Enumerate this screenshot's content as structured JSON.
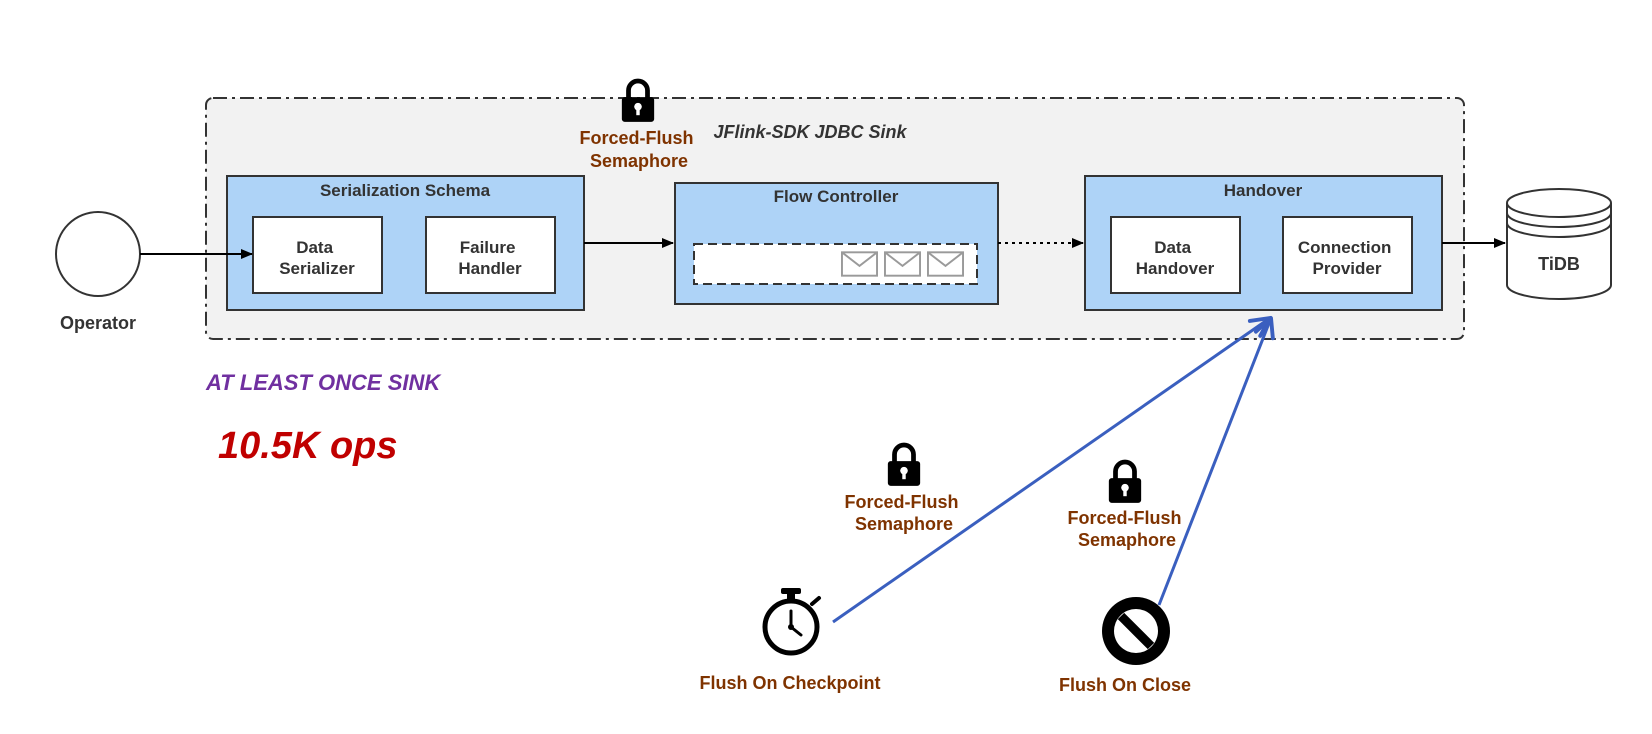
{
  "sink": {
    "title": "JFlink-SDK JDBC Sink",
    "mode": "AT LEAST ONCE SINK",
    "throughput": "10.5K ops"
  },
  "operator": {
    "label": "Operator"
  },
  "serialization": {
    "title": "Serialization Schema",
    "data_serializer": [
      "Data",
      "Serializer"
    ],
    "failure_handler": [
      "Failure",
      "Handler"
    ]
  },
  "flow_controller": {
    "title": "Flow Controller"
  },
  "handover": {
    "title": "Handover",
    "data_handover": [
      "Data",
      "Handover"
    ],
    "connection_provider": [
      "Connection",
      "Provider"
    ]
  },
  "tidb": {
    "label": "TiDB"
  },
  "semaphores": {
    "top": [
      "Forced-Flush",
      "Semaphore"
    ],
    "checkpoint": [
      "Forced-Flush",
      "Semaphore"
    ],
    "close": [
      "Forced-Flush",
      "Semaphore"
    ]
  },
  "triggers": {
    "checkpoint": "Flush On Checkpoint",
    "close": "Flush On Close"
  },
  "colors": {
    "container_bg": "#f2f2f2",
    "box_fill": "#aed3f7",
    "semaphore_text": "#7f3300",
    "mode_text": "#7030a0",
    "throughput_text": "#c00000",
    "trigger_line": "#3a5fbf"
  }
}
